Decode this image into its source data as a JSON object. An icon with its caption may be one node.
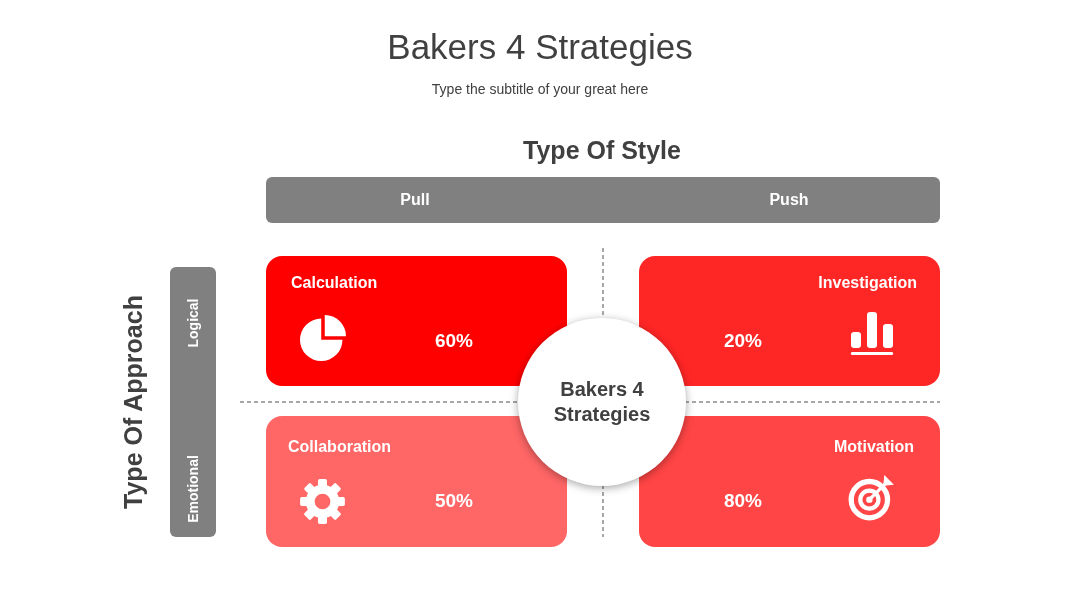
{
  "diagram": {
    "title": "Bakers 4 Strategies",
    "nodes": [
      {
        "text": [
          "Pull",
          "Push"
        ]
      },
      {
        "text": [
          "Logical",
          "Emotional"
        ]
      },
      {
        "text": [
          "Calculation",
          "60%"
        ]
      },
      {
        "text": [
          "Investigation",
          "20%"
        ]
      },
      {
        "text": [
          "Collaboration",
          "50%"
        ]
      },
      {
        "text": [
          "Motivation",
          "80%"
        ]
      },
      {
        "text": [
          "Bakers 4 Strategies"
        ]
      }
    ],
    "labels": [
      "Type the subtitle of your great here",
      "Type Of Style",
      "Type Of Approach"
    ]
  }
}
